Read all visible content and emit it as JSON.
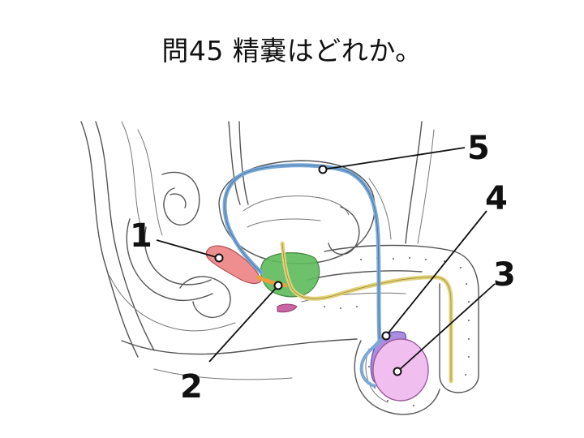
{
  "title": "問45 精嚢はどれか。",
  "labels": [
    "1",
    "2",
    "3",
    "4",
    "5"
  ],
  "colors": {
    "vas_deferens": "#7aa9d6",
    "urethra": "#e3d27a",
    "prostate": "#5dbb5a",
    "seminal_vesicle": "#ef8e8e",
    "testis": "#f0bff0",
    "epididymis": "#a98ee0",
    "ejaculatory_duct": "#e8a040",
    "bulbourethral_gland": "#c966a3",
    "line": "#111111",
    "sketch": "#555555"
  }
}
